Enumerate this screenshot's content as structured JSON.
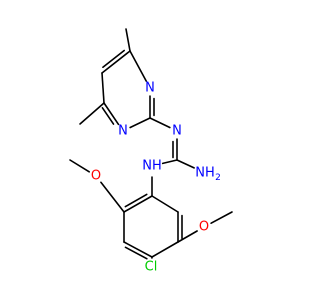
{
  "molecule": {
    "labels": {
      "n_ring_top": "N",
      "n_ring_bottom": "N",
      "n_imine": "N",
      "nh_amine": "NH",
      "nh2_amine": "NH",
      "nh2_sub": "2",
      "o_upper": "O",
      "o_lower": "O",
      "cl": "Cl"
    },
    "colors": {
      "nitrogen": "#0000ff",
      "oxygen": "#ff0000",
      "chlorine": "#00cc00",
      "bond": "#000000"
    }
  }
}
